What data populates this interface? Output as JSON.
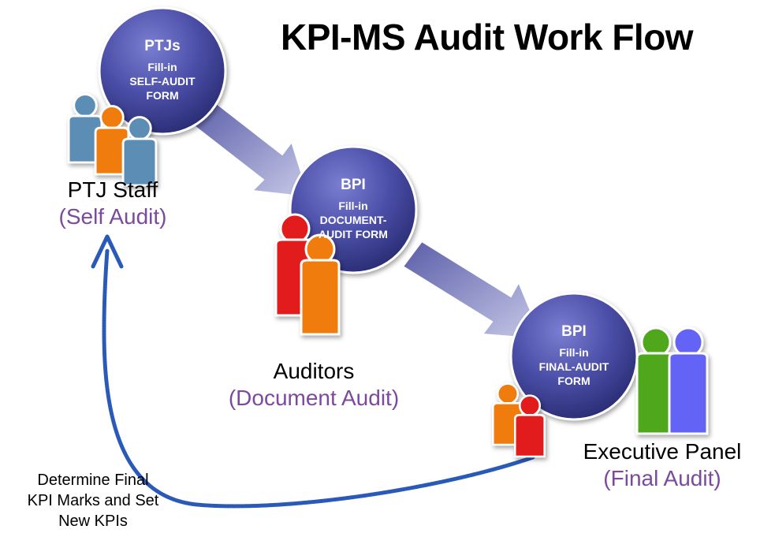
{
  "title": "KPI-MS Audit Work Flow",
  "nodes": [
    {
      "heading": "PTJs",
      "body": "Fill-in\nSELF-AUDIT\nFORM"
    },
    {
      "heading": "BPI",
      "body": "Fill-in\nDOCUMENT-\nAUDIT FORM"
    },
    {
      "heading": "BPI",
      "body": "Fill-in\nFINAL-AUDIT\nFORM"
    }
  ],
  "roles": [
    {
      "name": "PTJ Staff",
      "audit": "(Self Audit)"
    },
    {
      "name": "Auditors",
      "audit": "(Document Audit)"
    },
    {
      "name": "Executive Panel",
      "audit": "(Final Audit)"
    }
  ],
  "loop_label": "Determine Final\nKPI Marks and Set\nNew KPIs",
  "colors": {
    "node": "#4c4fa8",
    "arrow": "#8587c4",
    "loop": "#2a5ab8",
    "audit_text": "#7b4a9e",
    "person_steel": "#5b8db5",
    "person_orange": "#f07b0f",
    "person_red": "#e21a1a",
    "person_green": "#4fa81c",
    "person_violet": "#6464f5"
  }
}
